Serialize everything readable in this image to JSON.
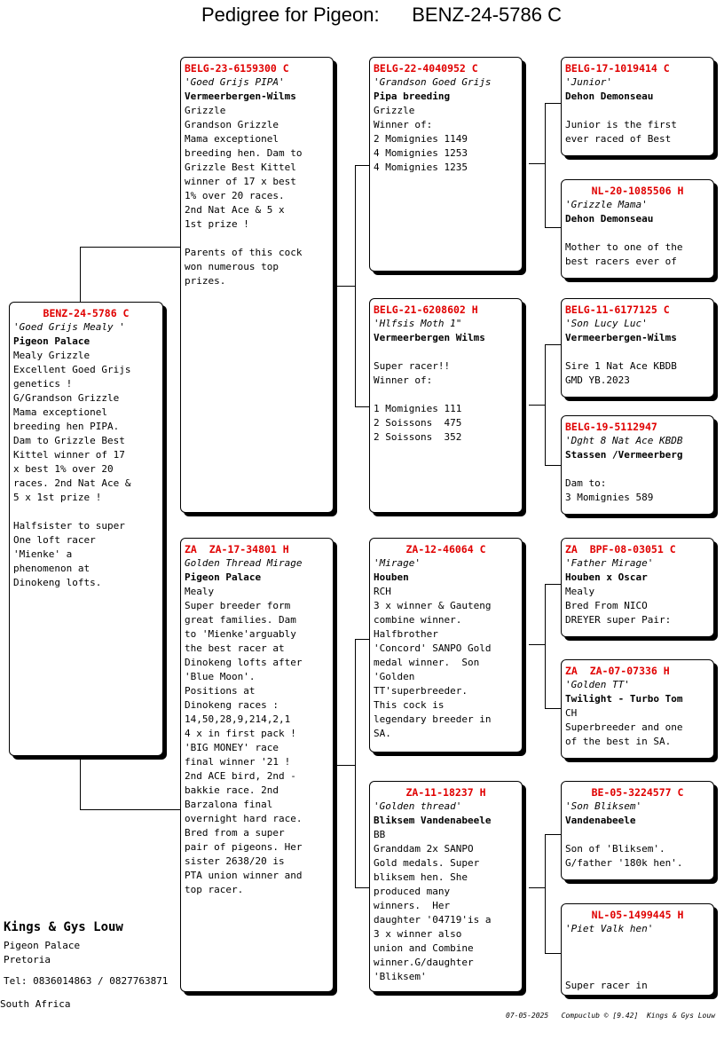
{
  "title": "Pedigree for Pigeon:      BENZ-24-5786 C",
  "subject": {
    "ring": "BENZ-24-5786 C",
    "name": "'Goed Grijs Mealy '",
    "breeder": "Pigeon Palace",
    "notes": "Mealy Grizzle\nExcellent Goed Grijs\ngenetics !\nG/Grandson Grizzle\nMama exceptionel\nbreeding hen PIPA.\nDam to Grizzle Best\nKittel winner of 17\nx best 1% over 20\nraces. 2nd Nat Ace &\n5 x 1st prize !\n\nHalfsister to super\nOne loft racer\n'Mienke' a\nphenomenon at\nDinokeng lofts."
  },
  "sire": {
    "ring": "BELG-23-6159300 C",
    "name": "'Goed Grijs PIPA'",
    "breeder": "Vermeerbergen-Wilms",
    "notes": "Grizzle\nGrandson Grizzle\nMama exceptionel\nbreeding hen. Dam to\nGrizzle Best Kittel\nwinner of 17 x best\n1% over 20 races.\n2nd Nat Ace & 5 x\n1st prize !\n\nParents of this cock\nwon numerous top\nprizes."
  },
  "dam": {
    "ring": "ZA  ZA-17-34801 H",
    "name": "Golden Thread Mirage",
    "breeder": "Pigeon Palace",
    "notes": "Mealy\nSuper breeder form\ngreat families. Dam\nto 'Mienke'arguably\nthe best racer at\nDinokeng lofts after\n'Blue Moon'.\nPositions at\nDinokeng races :\n14,50,28,9,214,2,1\n4 x in first pack !\n'BIG MONEY' race\nfinal winner '21 !\n2nd ACE bird, 2nd -\nbakkie race. 2nd\nBarzalona final\novernight hard race.\nBred from a super\npair of pigeons. Her\nsister 2638/20 is\nPTA union winner and\ntop racer."
  },
  "ss": {
    "ring": "BELG-22-4040952 C",
    "name": "'Grandson Goed Grijs",
    "breeder": "Pipa breeding",
    "notes": "Grizzle\nWinner of:\n2 Momignies 1149\n4 Momignies 1253\n4 Momignies 1235"
  },
  "sd": {
    "ring": "BELG-21-6208602 H",
    "name": "'Hlfsis Moth 1\"",
    "breeder": "Vermeerbergen Wilms",
    "notes": "\nSuper racer!!\nWinner of:\n\n1 Momignies 111\n2 Soissons  475\n2 Soissons  352"
  },
  "ds": {
    "ring": "ZA-12-46064 C",
    "name": "'Mirage'",
    "breeder": "Houben",
    "notes": "RCH\n3 x winner & Gauteng\ncombine winner.\nHalfbrother\n'Concord' SANPO Gold\nmedal winner.  Son\n'Golden\nTT'superbreeder.\nThis cock is\nlegendary breeder in\nSA."
  },
  "dd": {
    "ring": "ZA-11-18237 H",
    "name": "'Golden thread'",
    "breeder": "Bliksem Vandenabeele",
    "notes": "BB\nGranddam 2x SANPO\nGold medals. Super\nbliksem hen. She\nproduced many\nwinners.  Her\ndaughter '04719'is a\n3 x winner also\nunion and Combine\nwinner.G/daughter\n'Bliksem'"
  },
  "sss": {
    "ring": "BELG-17-1019414 C",
    "name": "'Junior'",
    "breeder": "Dehon Demonseau",
    "notes": "\nJunior is the first\never raced of Best"
  },
  "ssd": {
    "ring": "NL-20-1085506 H",
    "name": "'Grizzle Mama'",
    "breeder": "Dehon Demonseau",
    "notes": "\nMother to one of the\nbest racers ever of"
  },
  "sds": {
    "ring": "BELG-11-6177125 C",
    "name": "'Son Lucy Luc'",
    "breeder": "Vermeerbergen-Wilms",
    "notes": "\nSire 1 Nat Ace KBDB\nGMD YB.2023"
  },
  "sdd": {
    "ring": "BELG-19-5112947",
    "name": "'Dght 8 Nat Ace KBDB",
    "breeder": "Stassen /Vermeerberg",
    "notes": "\nDam to:\n3 Momignies 589"
  },
  "dss": {
    "ring": "ZA  BPF-08-03051 C",
    "name": "'Father Mirage'",
    "breeder": "Houben x Oscar",
    "notes": "Mealy\nBred From NICO\nDREYER super Pair:"
  },
  "dsd": {
    "ring": "ZA  ZA-07-07336 H",
    "name": "'Golden TT'",
    "breeder": "Twilight - Turbo Tom",
    "notes": "CH\nSuperbreeder and one\nof the best in SA."
  },
  "dds": {
    "ring": "BE-05-3224577 C",
    "name": "'Son Bliksem'",
    "breeder": "Vandenabeele",
    "notes": "\nSon of 'Bliksem'.\nG/father '180k hen'."
  },
  "ddd": {
    "ring": "NL-05-1499445 H",
    "name": "'Piet Valk hen'",
    "breeder": "",
    "notes": "\n\n\nSuper racer in\nHolland. Sister"
  },
  "owner": {
    "name": "Kings & Gys Louw",
    "line1": "Pigeon Palace",
    "line2": "Pretoria",
    "tel": "Tel: 0836014863 / 0827763871",
    "country": "South Africa"
  },
  "footer": "07-05-2025   Compuclub © [9.42]  Kings & Gys Louw"
}
